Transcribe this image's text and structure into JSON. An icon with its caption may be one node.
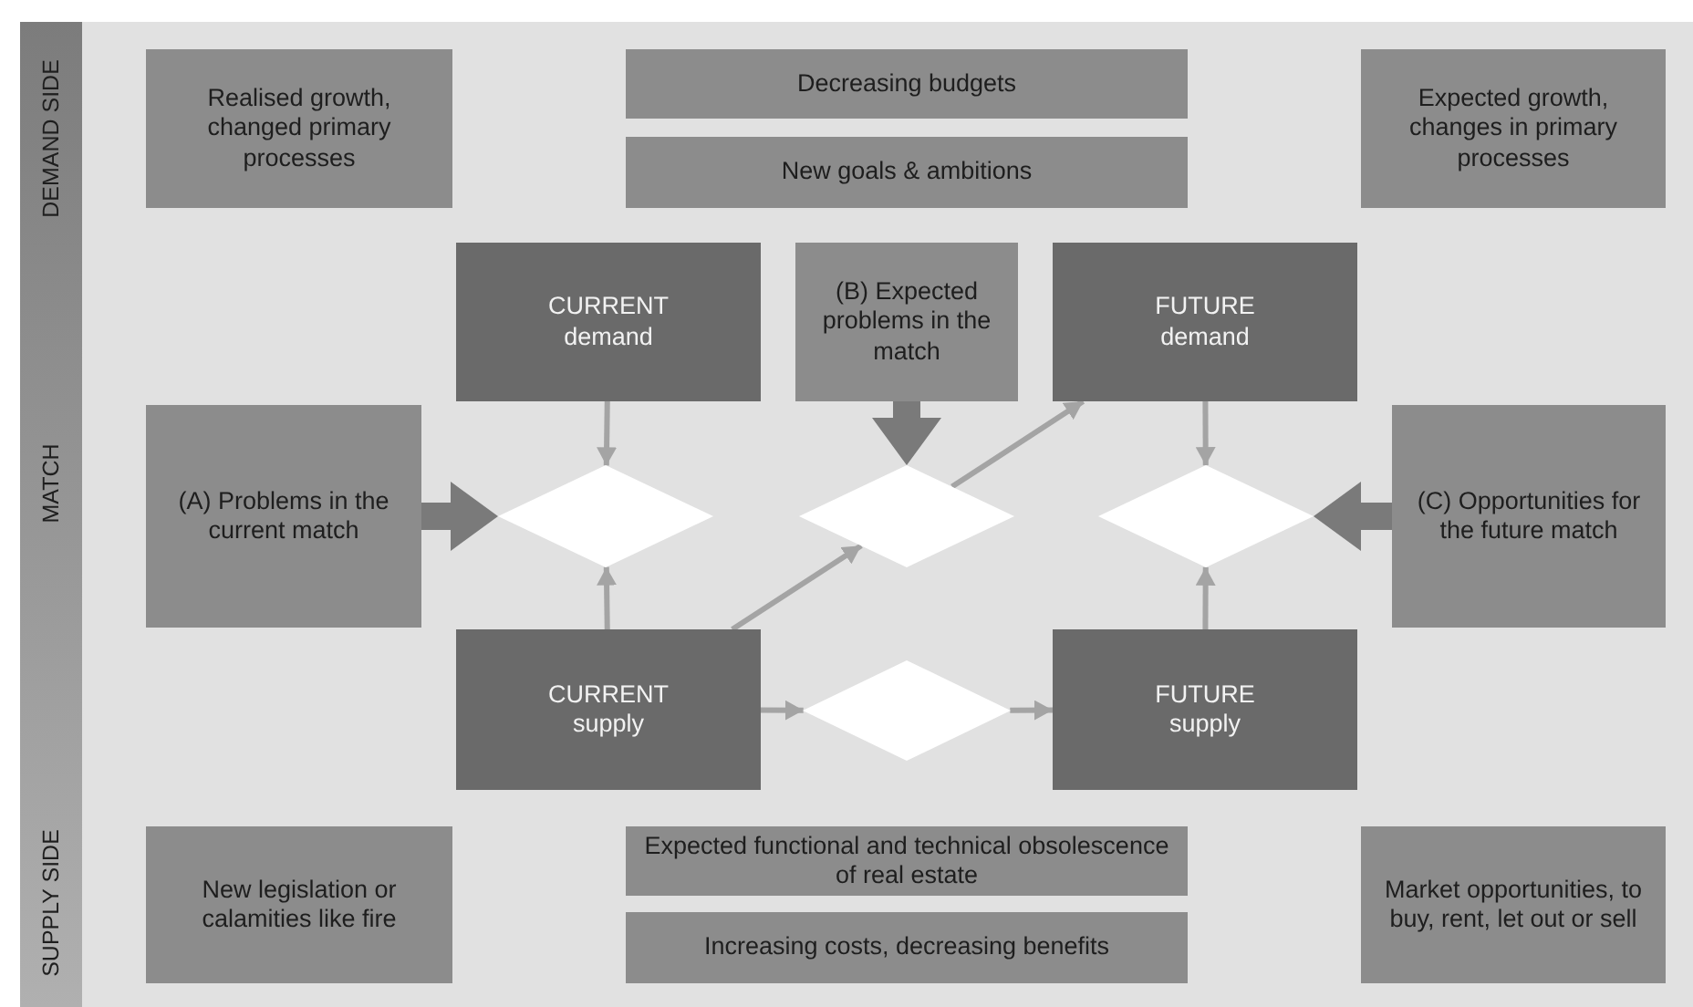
{
  "diagram": {
    "nodes": [
      {
        "text": [
          "Realised growth, changed primary processes"
        ]
      },
      {
        "text": [
          "Decreasing budgets"
        ]
      },
      {
        "text": [
          "New goals & ambitions"
        ]
      },
      {
        "text": [
          "Expected growth, changes in primary processes"
        ]
      },
      {
        "text": [
          "CURRENT",
          "demand"
        ]
      },
      {
        "text": [
          "(B) Expected problems in the match"
        ]
      },
      {
        "text": [
          "FUTURE",
          "demand"
        ]
      },
      {
        "text": [
          "(A) Problems in the current match"
        ]
      },
      {
        "text": [],
        "shape": "diamond"
      },
      {
        "text": [],
        "shape": "diamond"
      },
      {
        "text": [],
        "shape": "diamond"
      },
      {
        "text": [
          "(C) Opportunities for the future match"
        ]
      },
      {
        "text": [
          "CURRENT",
          "supply"
        ]
      },
      {
        "text": [],
        "shape": "diamond"
      },
      {
        "text": [
          "FUTURE",
          "supply"
        ]
      },
      {
        "text": [
          "New legislation or calamities like fire"
        ]
      },
      {
        "text": [
          "Expected functional and technical obsolescence of real estate"
        ]
      },
      {
        "text": [
          "Increasing costs, decreasing benefits"
        ]
      },
      {
        "text": [
          "Market opportunities, to buy, rent, let out or sell"
        ]
      }
    ],
    "edges": [
      {
        "from": 4,
        "to": 8,
        "arrow": "to"
      },
      {
        "from": 5,
        "to": 9,
        "arrow": "to",
        "style": "thick",
        "color": "#7a7a7a"
      },
      {
        "from": 9,
        "to": 6,
        "arrow": "to"
      },
      {
        "from": 6,
        "to": 10,
        "arrow": "to"
      },
      {
        "from": 7,
        "to": 8,
        "arrow": "to",
        "style": "thick",
        "color": "#7a7a7a"
      },
      {
        "from": 11,
        "to": 10,
        "arrow": "to",
        "style": "thick",
        "color": "#7a7a7a"
      },
      {
        "from": 12,
        "to": 8,
        "arrow": "to"
      },
      {
        "from": 12,
        "to": 9,
        "arrow": "to"
      },
      {
        "from": 12,
        "to": 13,
        "arrow": "to"
      },
      {
        "from": 13,
        "to": 14,
        "arrow": "to"
      },
      {
        "from": 14,
        "to": 10,
        "arrow": "to"
      }
    ],
    "labels": [
      "DEMAND SIDE",
      "MATCH",
      "SUPPLY SIDE"
    ]
  }
}
